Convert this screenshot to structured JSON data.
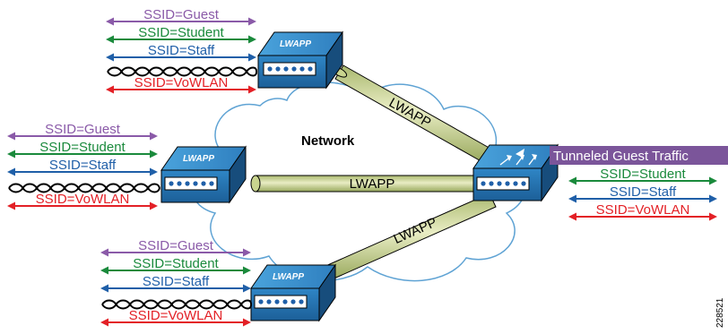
{
  "network_label": "Network",
  "tunnel_label": "LWAPP",
  "access_point_label": "LWAPP",
  "figure_id": "228521",
  "controller": {
    "title": "Tunneled Guest Traffic",
    "title_color": "#7b559a",
    "ssids": [
      {
        "text": "SSID=Student",
        "color": "#1a8a3c"
      },
      {
        "text": "SSID=Staff",
        "color": "#1f5fa8"
      },
      {
        "text": "SSID=VoWLAN",
        "color": "#e32026"
      }
    ]
  },
  "access_points": [
    {
      "ssids": [
        {
          "text": "SSID=Guest",
          "color": "#8a5aa8"
        },
        {
          "text": "SSID=Student",
          "color": "#1a8a3c"
        },
        {
          "text": "SSID=Staff",
          "color": "#1f5fa8"
        }
      ],
      "voice_ssid": {
        "text": "SSID=VoWLAN",
        "color": "#e32026"
      }
    },
    {
      "ssids": [
        {
          "text": "SSID=Guest",
          "color": "#8a5aa8"
        },
        {
          "text": "SSID=Student",
          "color": "#1a8a3c"
        },
        {
          "text": "SSID=Staff",
          "color": "#1f5fa8"
        }
      ],
      "voice_ssid": {
        "text": "SSID=VoWLAN",
        "color": "#e32026"
      }
    },
    {
      "ssids": [
        {
          "text": "SSID=Guest",
          "color": "#8a5aa8"
        },
        {
          "text": "SSID=Student",
          "color": "#1a8a3c"
        },
        {
          "text": "SSID=Staff",
          "color": "#1f5fa8"
        }
      ],
      "voice_ssid": {
        "text": "SSID=VoWLAN",
        "color": "#e32026"
      }
    }
  ]
}
